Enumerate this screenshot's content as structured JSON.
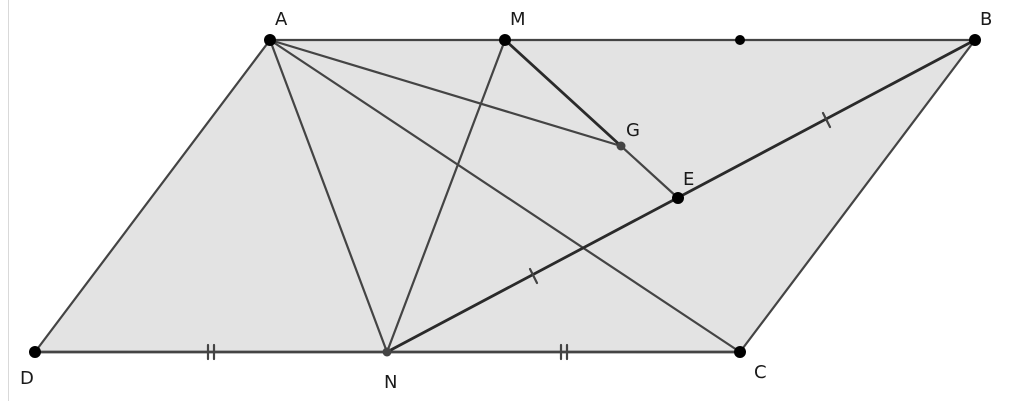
{
  "diagram": {
    "points": {
      "A": {
        "label": "A"
      },
      "M": {
        "label": "M"
      },
      "B": {
        "label": "B"
      },
      "G": {
        "label": "G"
      },
      "E": {
        "label": "E"
      },
      "D": {
        "label": "D"
      },
      "N": {
        "label": "N"
      },
      "C": {
        "label": "C"
      }
    },
    "colors": {
      "fill": "#e3e3e3",
      "stroke": "#444444",
      "point": "#000000",
      "small_point": "#444444"
    }
  }
}
